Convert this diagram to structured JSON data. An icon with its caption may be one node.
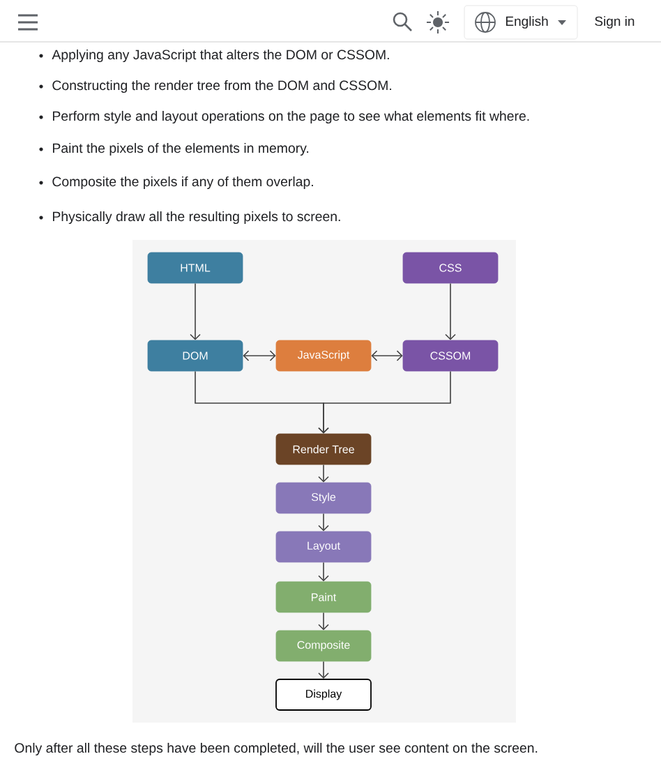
{
  "diagram": {
    "nodes": [
      {
        "text": [
          "HTML"
        ]
      },
      {
        "text": [
          "CSS"
        ]
      },
      {
        "text": [
          "DOM"
        ]
      },
      {
        "text": [
          "JavaScript"
        ]
      },
      {
        "text": [
          "CSSOM"
        ]
      },
      {
        "text": [
          "Render Tree"
        ]
      },
      {
        "text": [
          "Style"
        ]
      },
      {
        "text": [
          "Layout"
        ]
      },
      {
        "text": [
          "Paint"
        ]
      },
      {
        "text": [
          "Composite"
        ]
      },
      {
        "text": [
          "Display"
        ]
      }
    ],
    "edges": [
      {
        "from": 0,
        "to": 2,
        "arrow": "to"
      },
      {
        "from": 1,
        "to": 4,
        "arrow": "to"
      },
      {
        "from": 2,
        "to": 3,
        "arrow": "both"
      },
      {
        "from": 3,
        "to": 4,
        "arrow": "both"
      },
      {
        "from": 2,
        "to": 5,
        "arrow": "to"
      },
      {
        "from": 4,
        "to": 5,
        "arrow": "to"
      },
      {
        "from": 5,
        "to": 6,
        "arrow": "to"
      },
      {
        "from": 6,
        "to": 7,
        "arrow": "to"
      },
      {
        "from": 7,
        "to": 8,
        "arrow": "to"
      },
      {
        "from": 8,
        "to": 9,
        "arrow": "to"
      },
      {
        "from": 9,
        "to": 10,
        "arrow": "to"
      }
    ],
    "labels": [
      "English",
      "Sign in",
      "Applying any JavaScript that alters the DOM or CSSOM.",
      "Constructing the render tree from the DOM and CSSOM.",
      "Perform style and layout operations on the page to see what elements fit where.",
      "Paint the pixels of the elements in memory.",
      "Composite the pixels if any of them overlap.",
      "Physically draw all the resulting pixels to screen.",
      "Only after all these steps have been completed, will the user see content on the screen."
    ]
  }
}
